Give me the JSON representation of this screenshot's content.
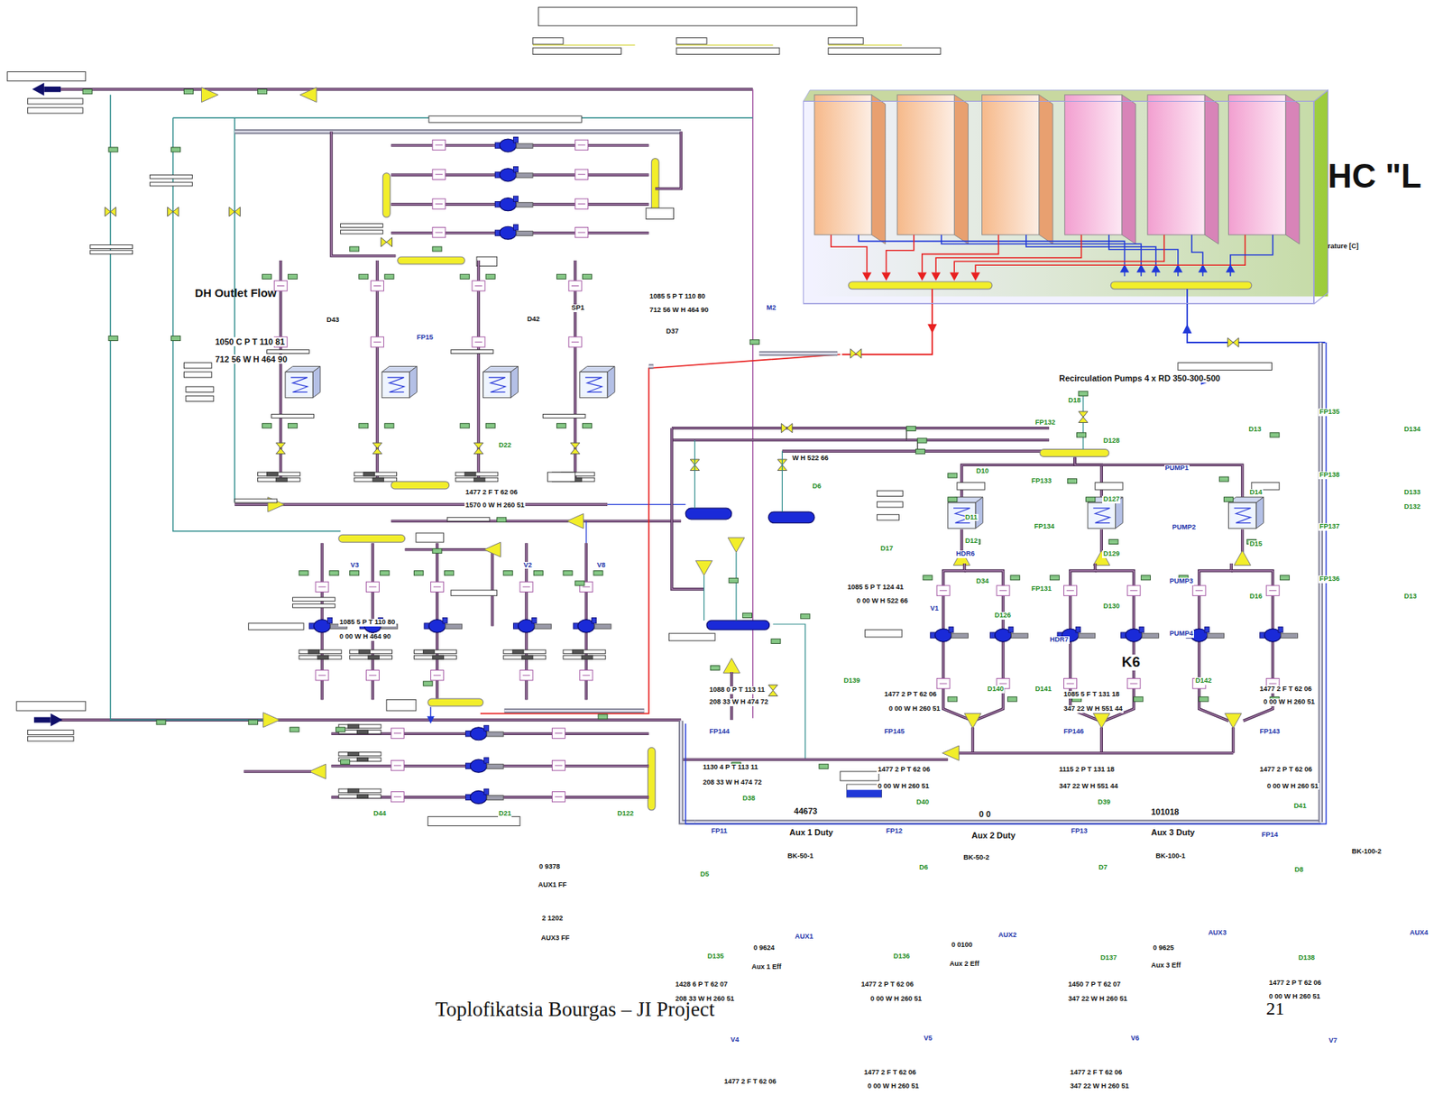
{
  "diagram": {
    "caption": "Toplofikatsia Bourgas – JI Project",
    "nodes": [
      {
        "text": [
          "HC \"L",
          "rature [C]"
        ]
      }
    ],
    "labels": [
      "DH Outlet Flow",
      "1050 C P T 110 81",
      "712 56 W H 464 90",
      "1085 5 P T 110 80",
      "712 56 W H 464 90",
      "D37",
      "M2",
      "D43",
      "D42",
      "SP1",
      "FP15",
      "D22",
      "1477 2 F T 62 06",
      "1570 0 W H 260 51",
      "W H 522 66",
      "D6",
      "V3",
      "V2",
      "V8",
      "1085 5 P T 110 80",
      "0 00 W H 464 90",
      "D44",
      "D21",
      "D122",
      "1088 0 P T 113 11",
      "208 33 W H 474 72",
      "FP144",
      "1130 4 P T 113 11",
      "208 33 W H 474 72",
      "D38",
      "44673",
      "FP11",
      "Aux 1 Duty",
      "BK-50-1",
      "D18",
      "FP132",
      "D128",
      "D13",
      "D134",
      "FP135",
      "D10",
      "FP133",
      "PUMP1",
      "FP138",
      "D133",
      "D132",
      "D11",
      "D127",
      "D14",
      "FP134",
      "PUMP2",
      "FP137",
      "D17",
      "D12",
      "D15",
      "HDR6",
      "D129",
      "D34",
      "FP131",
      "PUMP3",
      "FP136",
      "D13",
      "D16",
      "1085 5 P T 124 41",
      "0 00 W H 522 66",
      "V1",
      "D126",
      "D130",
      "HDR7",
      "PUMP4",
      "K6",
      "D139",
      "1477 2 P T 62 06",
      "0 00 W H 260 51",
      "D140",
      "D141",
      "D142",
      "1085 5 F T 131 18",
      "347 22 W H 551 44",
      "1477 2 F T 62 06",
      "0 00 W H 260 51",
      "FP145",
      "FP146",
      "FP143",
      "1477 2 P T 62 06",
      "0 00 W H 260 51",
      "1115 2 P T 131 18",
      "347 22 W H 551 44",
      "1477 2 P T 62 06",
      "0 00 W H 260 51",
      "D40",
      "D39",
      "D41",
      "0 0",
      "101018",
      "FP12",
      "Aux 2 Duty",
      "FP13",
      "Aux 3 Duty",
      "FP14",
      "BK-50-2",
      "BK-100-1",
      "BK-100-2",
      "0 9378",
      "D5",
      "D6",
      "D7",
      "D8",
      "AUX1 FF",
      "2 1202",
      "AUX3 FF",
      "AUX1",
      "AUX2",
      "AUX3",
      "AUX4",
      "0 9624",
      "0 0100",
      "0 9625",
      "D135",
      "D136",
      "D137",
      "D138",
      "Aux 1 Eff",
      "Aux 2 Eff",
      "Aux 3 Eff",
      "1428 6 P T 62 07",
      "208 33 W H 260 51",
      "1477 2 P T 62 06",
      "0 00 W H 260 51",
      "1450 7 P T 62 07",
      "347 22 W H 260 51",
      "1477 2 P T 62 06",
      "0 00 W H 260 51",
      "21",
      "V4",
      "V5",
      "V6",
      "V7",
      "1477 2 F T 62 06",
      "1477 2 F T 62 06",
      "0 00 W H 260 51",
      "1477 2 F T 62 06",
      "347 22 W H 260 51",
      "Recirculation Pumps 4 x RD 350-300-500"
    ]
  }
}
